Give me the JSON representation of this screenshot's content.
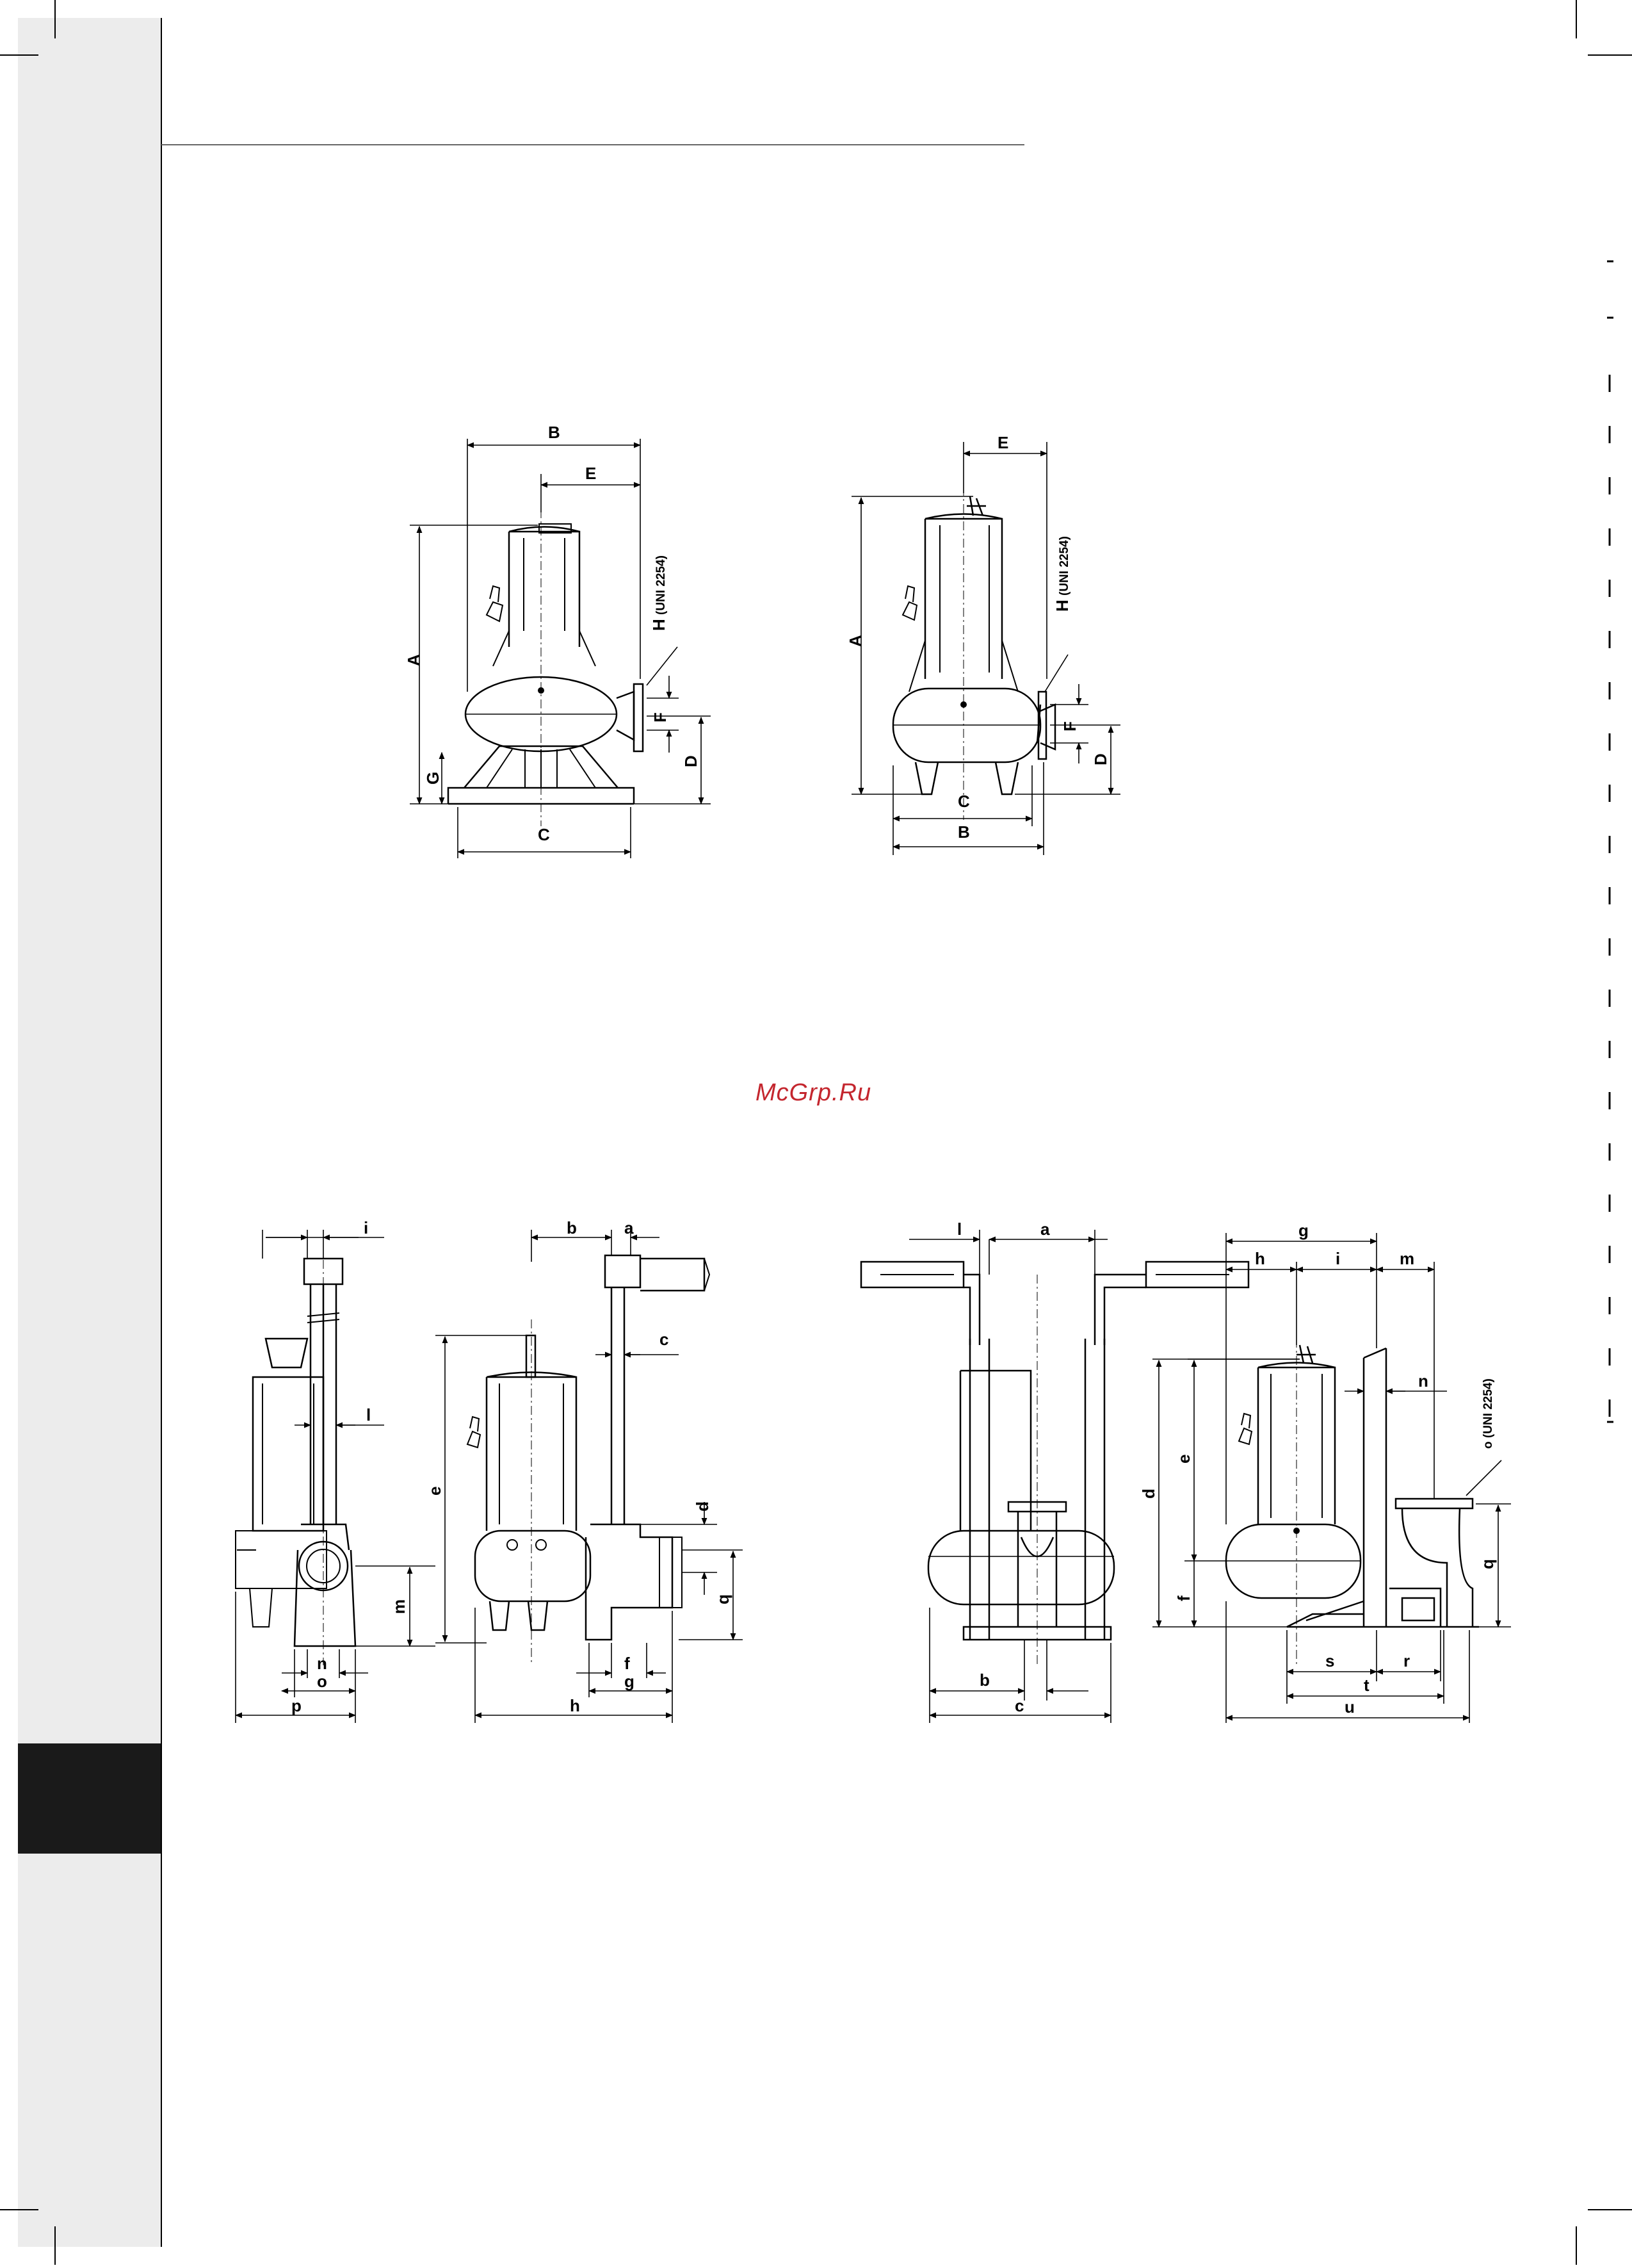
{
  "watermark": "McGrp.Ru",
  "colors": {
    "sidebar_gray": "#ececec",
    "tab_black": "#1a1a1a",
    "watermark_red": "#c4262e"
  },
  "fig1": {
    "B": "B",
    "E": "E",
    "A": "A",
    "H": "H",
    "uni": "(UNI 2254)",
    "F": "F",
    "D": "D",
    "G": "G",
    "C": "C"
  },
  "fig2": {
    "E": "E",
    "A": "A",
    "H": "H",
    "uni": "(UNI 2254)",
    "F": "F",
    "D": "D",
    "C": "C",
    "B": "B"
  },
  "fig3": {
    "i": "i",
    "l": "l",
    "m": "m",
    "n": "n",
    "o": "o",
    "p": "p"
  },
  "fig4": {
    "b": "b",
    "a": "a",
    "c": "c",
    "e": "e",
    "d": "d",
    "q": "q",
    "f": "f",
    "g": "g",
    "h": "h"
  },
  "fig5": {
    "l": "l",
    "a": "a",
    "b": "b",
    "c": "c"
  },
  "fig6": {
    "g": "g",
    "h": "h",
    "i": "i",
    "m": "m",
    "n": "n",
    "o": "o (UNI 2254)",
    "d": "d",
    "e": "e",
    "f": "f",
    "q": "q",
    "s": "s",
    "r": "r",
    "t": "t",
    "u": "u"
  }
}
